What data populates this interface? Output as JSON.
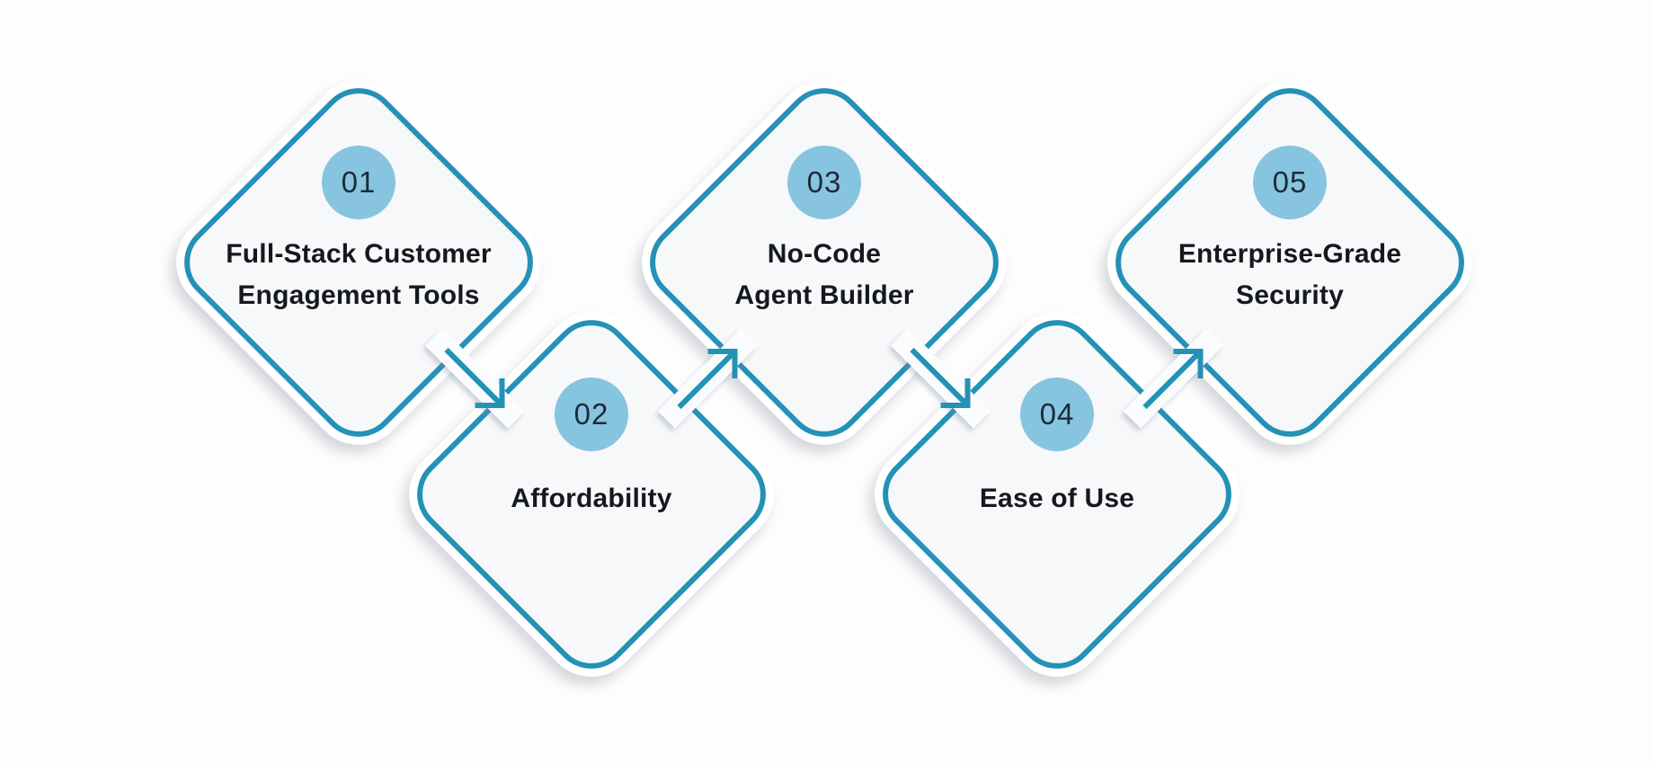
{
  "figure": {
    "title": "Five benefits infographic",
    "background": "#fdfdfd"
  },
  "palette": {
    "border_teal": "#2491b6",
    "circle_blue": "#87c4e0",
    "number_color": "#1d2b37",
    "label_color": "#15181c",
    "diamond_fill": "#f7f8fa",
    "white_ring": "#ffffff"
  },
  "steps": [
    {
      "id": "01",
      "number": "01",
      "label_lines": [
        "Full-Stack Customer",
        "Engagement Tools"
      ]
    },
    {
      "id": "02",
      "number": "02",
      "label_lines": [
        "Affordability"
      ]
    },
    {
      "id": "03",
      "number": "03",
      "label_lines": [
        "No-Code",
        "Agent Builder"
      ]
    },
    {
      "id": "04",
      "number": "04",
      "label_lines": [
        "Ease of Use"
      ]
    },
    {
      "id": "05",
      "number": "05",
      "label_lines": [
        "Enterprise-Grade",
        "Security"
      ]
    }
  ],
  "arrows": [
    {
      "from": "01",
      "to": "02",
      "direction": "down-right"
    },
    {
      "from": "02",
      "to": "03",
      "direction": "up-right"
    },
    {
      "from": "03",
      "to": "04",
      "direction": "down-right"
    },
    {
      "from": "04",
      "to": "05",
      "direction": "up-right"
    }
  ]
}
